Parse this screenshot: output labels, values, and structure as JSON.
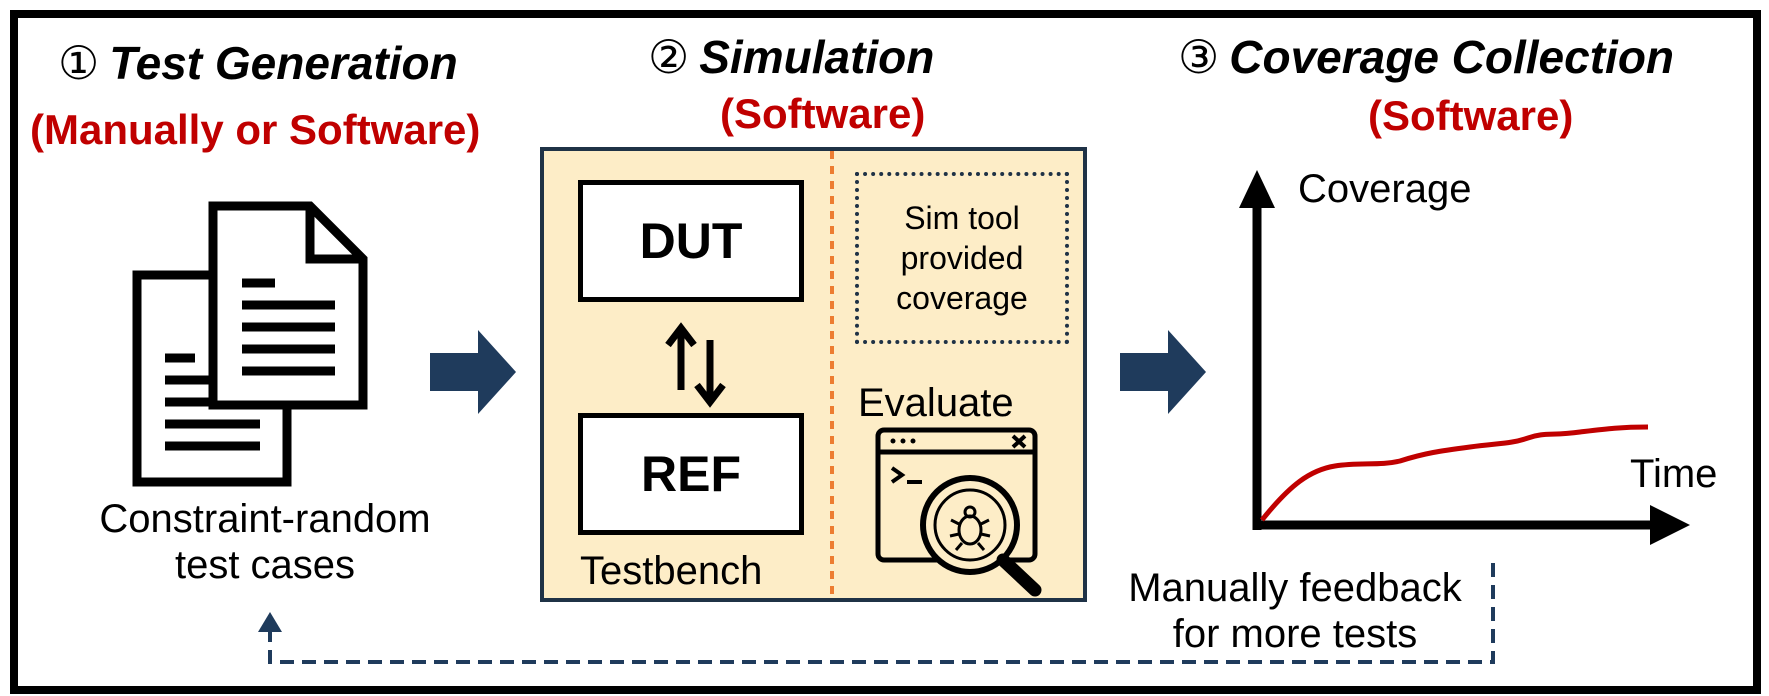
{
  "stages": [
    {
      "number": "①",
      "title": "Test Generation",
      "subtitle": "(Manually or Software)"
    },
    {
      "number": "②",
      "title": "Simulation",
      "subtitle": "(Software)"
    },
    {
      "number": "③",
      "title": "Coverage Collection",
      "subtitle": "(Software)"
    }
  ],
  "test_cases": {
    "line1": "Constraint-random",
    "line2": "test cases",
    "icon": "documents-icon"
  },
  "simulation": {
    "dut": "DUT",
    "ref": "REF",
    "testbench": "Testbench",
    "sim_tool": {
      "line1": "Sim tool",
      "line2": "provided",
      "line3": "coverage"
    },
    "evaluate": "Evaluate",
    "exchange_icon": "up-down-arrows-icon",
    "debug_icon": "code-window-bug-magnifier-icon"
  },
  "coverage_plot": {
    "ylabel": "Coverage",
    "xlabel": "Time",
    "curve_color": "#c00000"
  },
  "feedback": {
    "line1": "Manually feedback",
    "line2": "for more tests"
  },
  "colors": {
    "accent_red": "#c00000",
    "arrow_navy": "#1f3b5c",
    "testbench_fill": "#fdedc7",
    "divider_orange": "#ed7d31"
  }
}
